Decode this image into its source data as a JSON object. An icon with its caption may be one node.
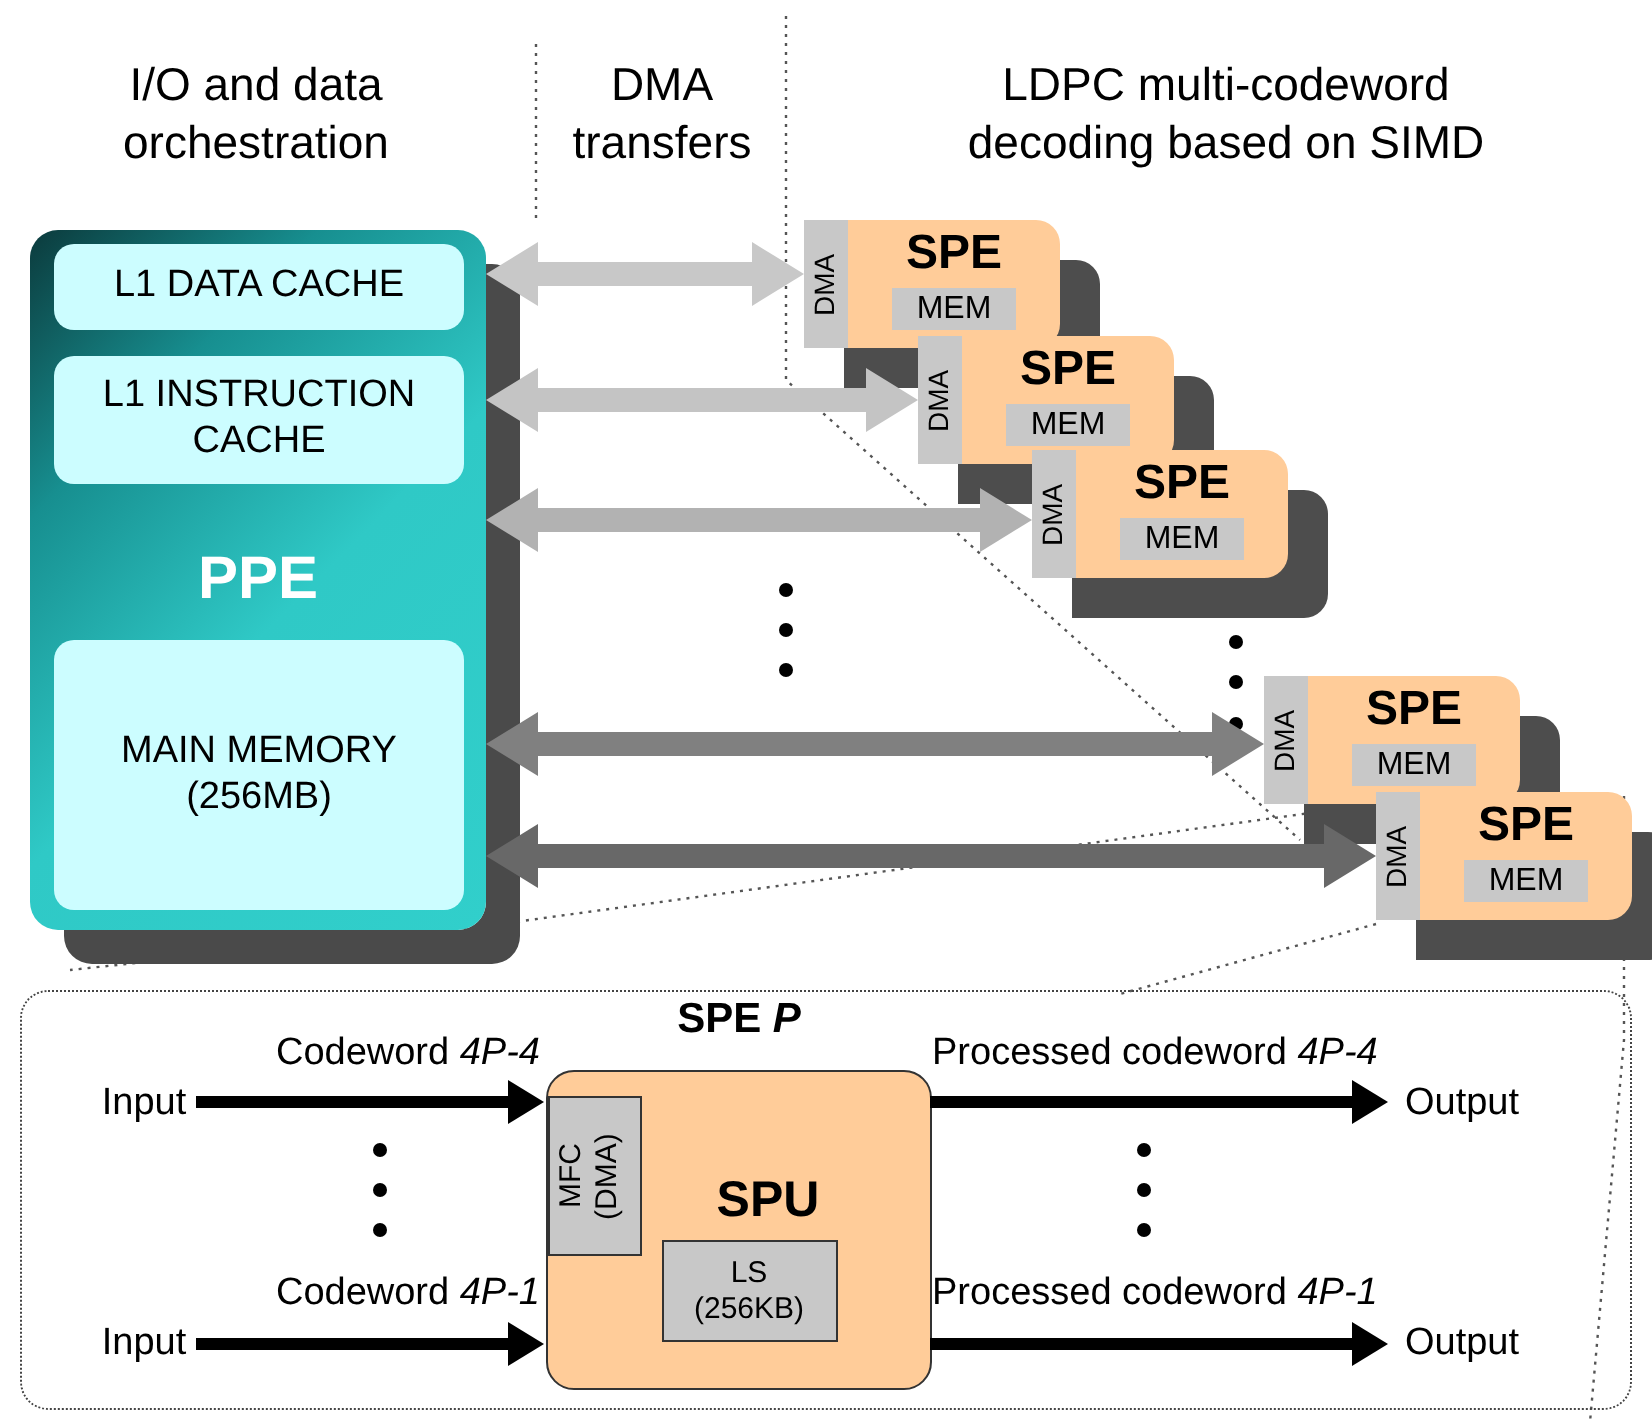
{
  "diagram": {
    "nodes": [
      {
        "text": [
          "PPE"
        ]
      },
      {
        "text": [
          "L1 DATA CACHE"
        ],
        "in": 0
      },
      {
        "text": [
          "L1 INSTRUCTION CACHE"
        ],
        "in": 0
      },
      {
        "text": [
          "MAIN MEMORY (256MB)"
        ],
        "in": 0
      },
      {
        "text": [
          "SPE"
        ]
      },
      {
        "text": [
          "DMA"
        ],
        "in": 4
      },
      {
        "text": [
          "MEM"
        ],
        "in": 4
      },
      {
        "text": [
          "SPE"
        ]
      },
      {
        "text": [
          "DMA"
        ],
        "in": 7
      },
      {
        "text": [
          "MEM"
        ],
        "in": 7
      },
      {
        "text": [
          "SPE"
        ]
      },
      {
        "text": [
          "DMA"
        ],
        "in": 10
      },
      {
        "text": [
          "MEM"
        ],
        "in": 10
      },
      {
        "text": [
          "SPE"
        ]
      },
      {
        "text": [
          "DMA"
        ],
        "in": 13
      },
      {
        "text": [
          "MEM"
        ],
        "in": 13
      },
      {
        "text": [
          "SPE"
        ]
      },
      {
        "text": [
          "DMA"
        ],
        "in": 16
      },
      {
        "text": [
          "MEM"
        ],
        "in": 16
      },
      {
        "text": [],
        "shape": "box"
      },
      {
        "text": [
          "SPE *P*",
          "SPU"
        ],
        "in": 19
      },
      {
        "text": [
          "MFC (DMA)"
        ],
        "in": 20
      },
      {
        "text": [
          "LS (256KB)"
        ],
        "in": 20
      },
      {
        "text": [
          "Input"
        ],
        "in": 19
      },
      {
        "text": [
          "Input"
        ],
        "in": 19
      },
      {
        "text": [
          "Output"
        ],
        "in": 19
      },
      {
        "text": [
          "Output"
        ],
        "in": 19
      }
    ],
    "edges": [
      {
        "from": 0,
        "to": 5,
        "arrow": "both",
        "color": "#c8c8c8"
      },
      {
        "from": 0,
        "to": 8,
        "arrow": "both",
        "color": "#c4c4c4"
      },
      {
        "from": 0,
        "to": 11,
        "arrow": "both",
        "color": "#b2b2b2"
      },
      {
        "from": 0,
        "to": 14,
        "arrow": "both",
        "color": "#808080"
      },
      {
        "from": 0,
        "to": 17,
        "arrow": "both",
        "color": "#686868"
      },
      {
        "from": 23,
        "to": 20,
        "label": "Codeword *4P-4*",
        "arrow": "to"
      },
      {
        "from": 24,
        "to": 20,
        "label": "Codeword *4P-1*",
        "arrow": "to"
      },
      {
        "from": 20,
        "to": 25,
        "label": "Processed codeword *4P-4*",
        "arrow": "to"
      },
      {
        "from": 20,
        "to": 26,
        "label": "Processed codeword *4P-1*",
        "arrow": "to"
      }
    ],
    "labels": [
      "I/O and data orchestration",
      "DMA transfers",
      "LDPC multi-codeword decoding based on SIMD"
    ]
  }
}
